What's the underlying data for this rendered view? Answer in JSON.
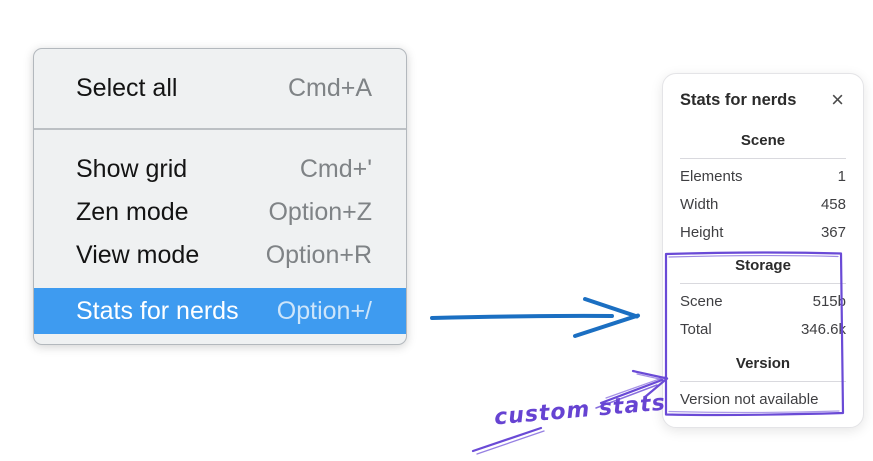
{
  "context_menu": {
    "items": [
      {
        "label": "Select all",
        "shortcut": "Cmd+A",
        "selected": false
      },
      {
        "label": "Show grid",
        "shortcut": "Cmd+'",
        "selected": false
      },
      {
        "label": "Zen mode",
        "shortcut": "Option+Z",
        "selected": false
      },
      {
        "label": "View mode",
        "shortcut": "Option+R",
        "selected": false
      },
      {
        "label": "Stats for nerds",
        "shortcut": "Option+/",
        "selected": true
      }
    ],
    "highlighted_item": "Stats for nerds"
  },
  "stats_panel": {
    "title": "Stats for nerds",
    "close_glyph": "×",
    "sections": [
      {
        "heading": "Scene",
        "rows": [
          {
            "label": "Elements",
            "value": "1"
          },
          {
            "label": "Width",
            "value": "458"
          },
          {
            "label": "Height",
            "value": "367"
          }
        ]
      },
      {
        "heading": "Storage",
        "rows": [
          {
            "label": "Scene",
            "value": "515b"
          },
          {
            "label": "Total",
            "value": "346.6k"
          }
        ]
      },
      {
        "heading": "Version",
        "note": "Version not available"
      }
    ]
  },
  "annotation": {
    "label": "custom stats"
  },
  "colors": {
    "menu_highlight": "#3e9bf0",
    "menu_background": "#eff1f2",
    "arrow_blue": "#1b6fc2",
    "annotation_purple": "#6a4ad6"
  }
}
